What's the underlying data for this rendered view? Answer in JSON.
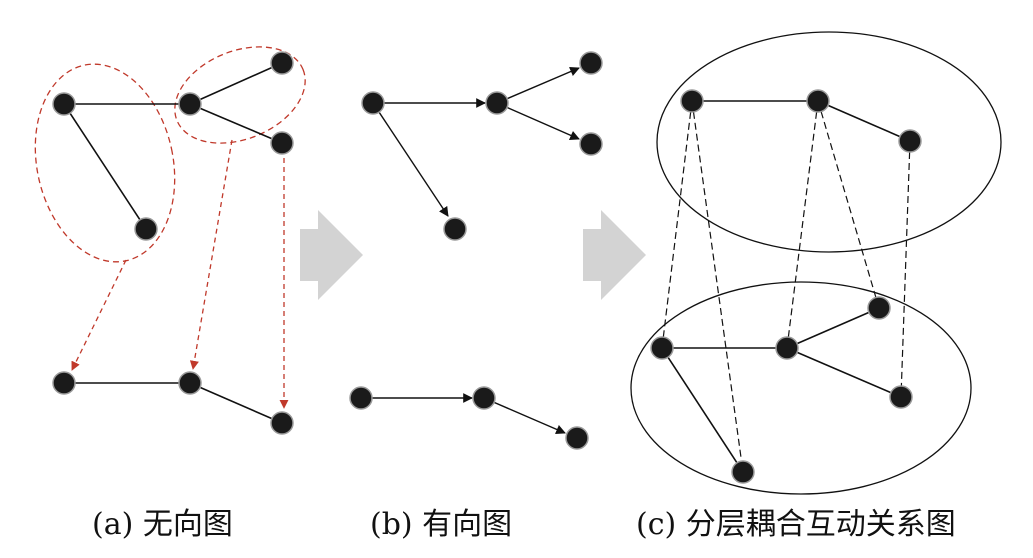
{
  "captions": {
    "a": "(a) 无向图",
    "b": "(b) 有向图",
    "c": "(c) 分层耦合互动关系图"
  },
  "colors": {
    "node": "#1a1a1a",
    "node_stroke": "#9a9a9a",
    "edge": "#111111",
    "mapping": "#c0392b",
    "transition_arrow": "#d3d3d3"
  }
}
